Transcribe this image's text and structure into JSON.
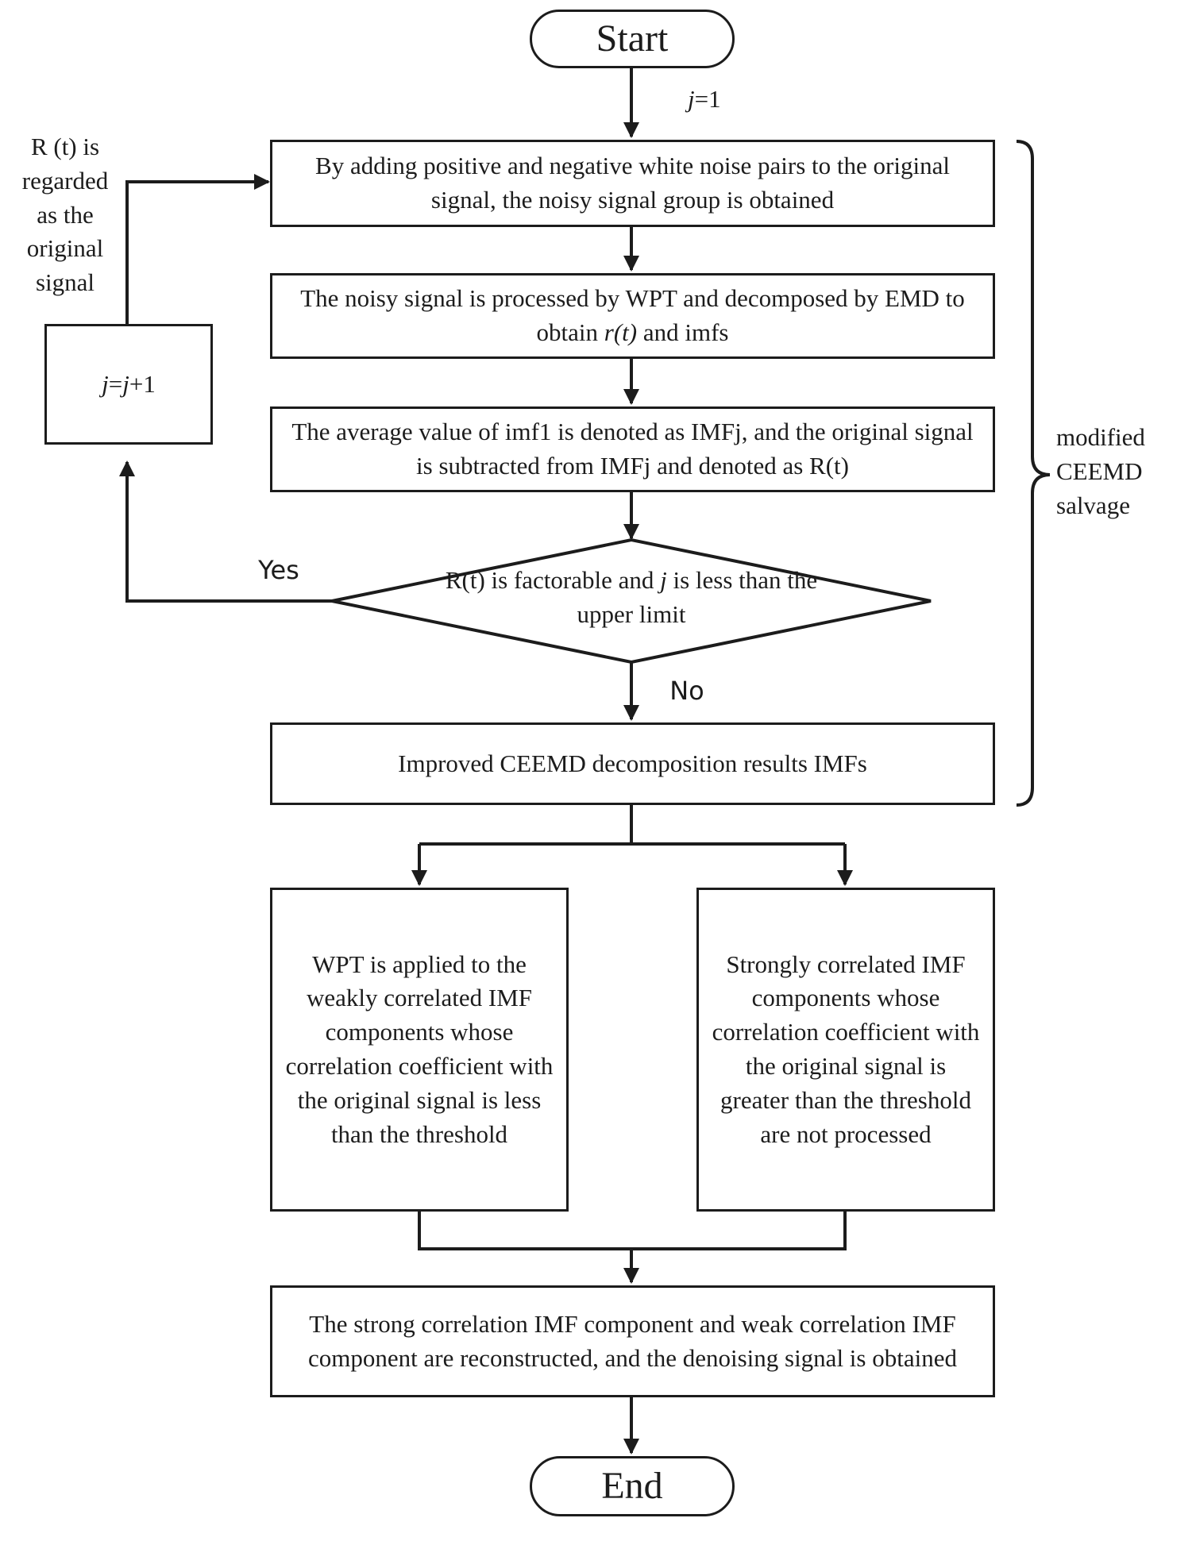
{
  "start": {
    "label": "Start"
  },
  "end": {
    "label": "End"
  },
  "init": {
    "var": "j",
    "rest": "=1"
  },
  "steps": {
    "add_noise": "By adding positive and negative white noise pairs to the original signal, the noisy signal group is obtained",
    "wpt_emd_a": "The noisy signal is processed by WPT and decomposed by EMD to obtain",
    "wpt_emd_var": "r(t)",
    "wpt_emd_b": "and imfs",
    "average": "The average value of imf1 is denoted as IMFj, and the original signal is subtracted from IMFj and denoted as R(t)",
    "improved": "Improved CEEMD decomposition results IMFs",
    "weak": "WPT is applied to the weakly correlated IMF components whose correlation coefficient with the original signal is less than the threshold",
    "strong": "Strongly correlated IMF components whose correlation coefficient with the original signal is greater than the threshold are not processed",
    "reconstruct": "The strong correlation IMF component and weak correlation IMF component are reconstructed, and the denoising signal is obtained"
  },
  "decision": {
    "text_a": "R(t) is factorable and",
    "var": "j",
    "text_b": "is less than the upper limit"
  },
  "increment": {
    "j1": "j",
    "eq": "=",
    "j2": "j",
    "plus": "+1"
  },
  "branches": {
    "yes": "Yes",
    "no": "No"
  },
  "feedback_note": "R (t) is regarded as the original signal",
  "bracket_label": "modified CEEMD salvage",
  "colors": {
    "stroke": "#1c1c1c",
    "background": "#ffffff"
  }
}
